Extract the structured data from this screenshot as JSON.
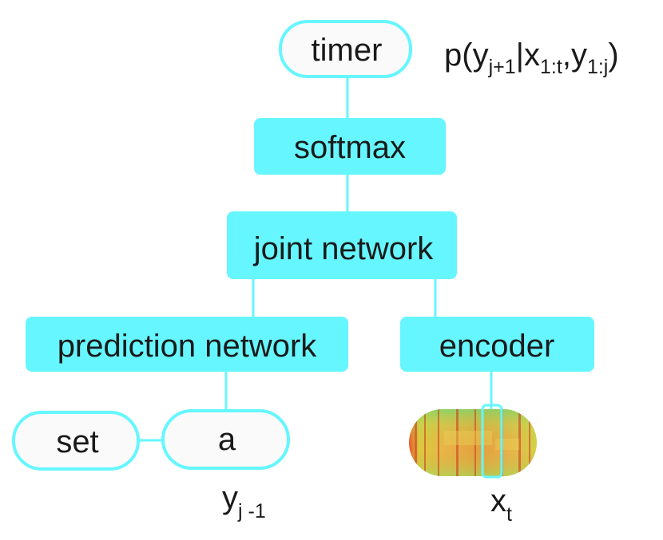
{
  "nodes": {
    "timer": "timer",
    "softmax": "softmax",
    "joint_network": "joint network",
    "prediction_network": "prediction network",
    "encoder": "encoder",
    "set_token": "set",
    "a_token": "a"
  },
  "labels": {
    "output_prob": {
      "p": "p(y",
      "sub1": "j+1",
      "bar": "|x",
      "sub2": "1:t",
      "comma": ",y",
      "sub3": "1:j",
      "close": ")"
    },
    "y_prev": {
      "base": "y",
      "sub": "j -1"
    },
    "x_t": {
      "base": "x",
      "sub": "t"
    }
  },
  "colors": {
    "box_fill": "#66f6ff",
    "token_border": "#66f6ff",
    "token_fill": "#fafafa",
    "connector": "#66f6ff"
  }
}
